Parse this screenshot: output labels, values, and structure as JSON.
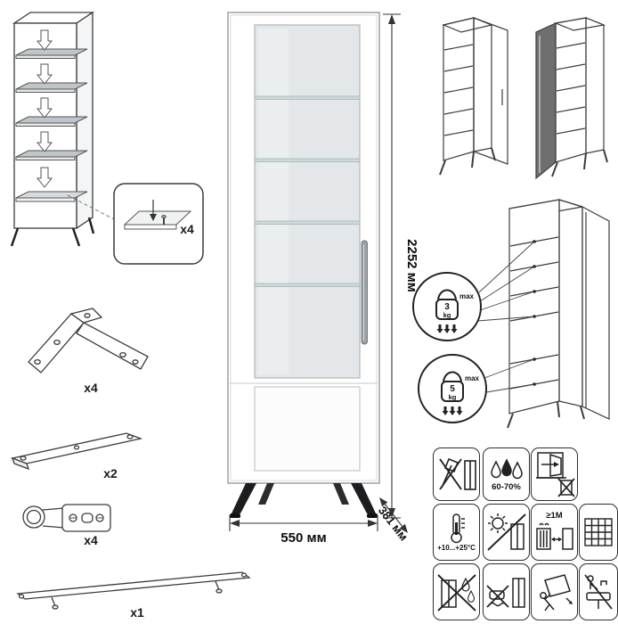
{
  "sheet": {
    "kind": "furniture-assembly-instruction"
  },
  "parts": {
    "shelf_support": {
      "qty": "x4"
    },
    "leg_bracket": {
      "qty": "x4"
    },
    "rail": {
      "qty": "x2"
    },
    "hinge": {
      "qty": "x4"
    },
    "handle": {
      "qty": "x1"
    }
  },
  "dimensions": {
    "height": "2252 мм",
    "width": "550 мм",
    "depth": "381 мм"
  },
  "load_limits": {
    "glass_shelf": {
      "value": "3",
      "unit": "kg",
      "note": "max"
    },
    "wood_shelf": {
      "value": "5",
      "unit": "kg",
      "note": "max"
    }
  },
  "care": {
    "humidity": "60-70%",
    "temperature": "+10...+25°C",
    "heat_distance": "≥1M"
  },
  "icons": [
    "no-sharp-tools-icon",
    "humidity-icon",
    "open-window-icon",
    "temperature-range-icon",
    "no-direct-sunlight-icon",
    "heat-source-distance-icon",
    "ventilation-grid-icon",
    "no-liquids-icon",
    "no-wet-cleaning-icon",
    "carry-with-care-icon",
    "no-wet-room-icon"
  ],
  "colors": {
    "line": "#3c3c3c",
    "glass": "#e3e7e9",
    "glass_shelf": "#cdd9da",
    "shelf_gray": "#bfc6c9",
    "leg_black": "#1d1d1f"
  }
}
